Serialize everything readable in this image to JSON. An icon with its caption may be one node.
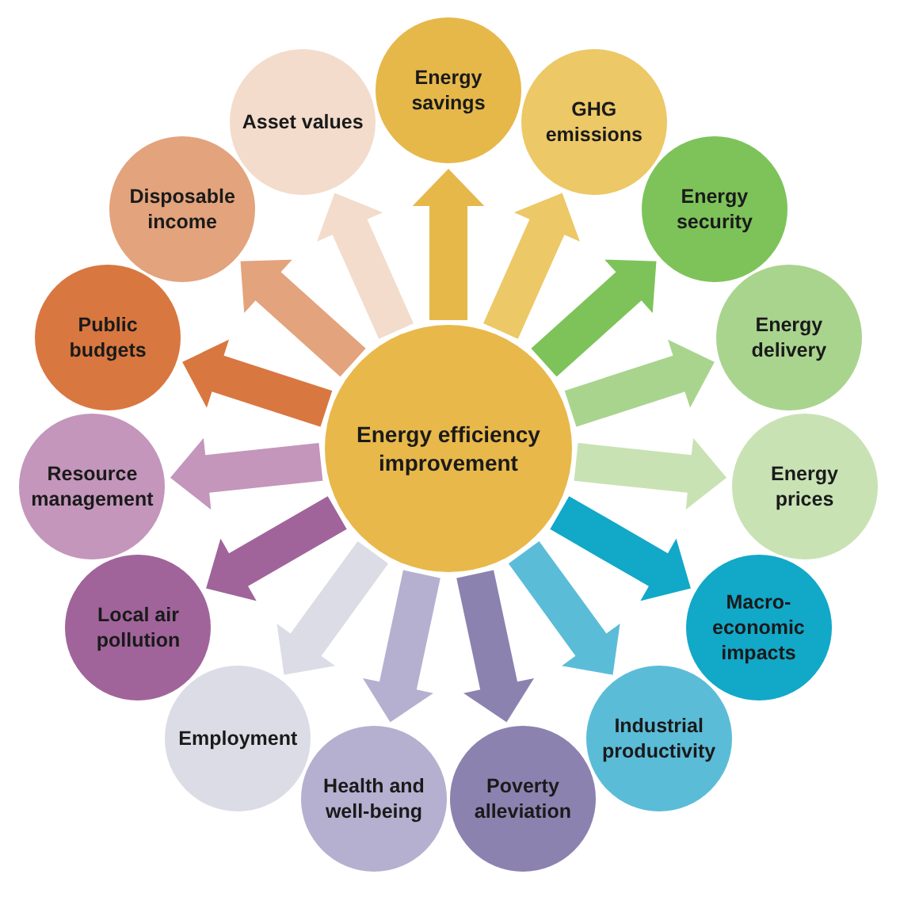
{
  "diagram": {
    "nodes": [
      {
        "text": [
          "Energy efficiency improvement"
        ]
      },
      {
        "text": [
          "Energy savings"
        ]
      },
      {
        "text": [
          "GHG emissions"
        ]
      },
      {
        "text": [
          "Energy security"
        ]
      },
      {
        "text": [
          "Energy delivery"
        ]
      },
      {
        "text": [
          "Energy prices"
        ]
      },
      {
        "text": [
          "Macro-economic impacts"
        ]
      },
      {
        "text": [
          "Industrial productivity"
        ]
      },
      {
        "text": [
          "Poverty alleviation"
        ]
      },
      {
        "text": [
          "Health and well-being"
        ]
      },
      {
        "text": [
          "Employment"
        ]
      },
      {
        "text": [
          "Local air pollution"
        ]
      },
      {
        "text": [
          "Resource management"
        ]
      },
      {
        "text": [
          "Public budgets"
        ]
      },
      {
        "text": [
          "Disposable income"
        ]
      },
      {
        "text": [
          "Asset values"
        ]
      }
    ],
    "edges": [
      {
        "from": 0,
        "to": 1,
        "arrow": "to",
        "color": "#e6b84a"
      },
      {
        "from": 0,
        "to": 2,
        "arrow": "to",
        "color": "#ecc866"
      },
      {
        "from": 0,
        "to": 3,
        "arrow": "to",
        "color": "#7dc35a"
      },
      {
        "from": 0,
        "to": 4,
        "arrow": "to",
        "color": "#a9d48e"
      },
      {
        "from": 0,
        "to": 5,
        "arrow": "to",
        "color": "#c8e2b4"
      },
      {
        "from": 0,
        "to": 6,
        "arrow": "to",
        "color": "#12a8c8"
      },
      {
        "from": 0,
        "to": 7,
        "arrow": "to",
        "color": "#5bbcd8"
      },
      {
        "from": 0,
        "to": 8,
        "arrow": "to",
        "color": "#8c82b0"
      },
      {
        "from": 0,
        "to": 9,
        "arrow": "to",
        "color": "#b5b0d0"
      },
      {
        "from": 0,
        "to": 10,
        "arrow": "to",
        "color": "#dcdce6"
      },
      {
        "from": 0,
        "to": 11,
        "arrow": "to",
        "color": "#a0649a"
      },
      {
        "from": 0,
        "to": 12,
        "arrow": "to",
        "color": "#c496bc"
      },
      {
        "from": 0,
        "to": 13,
        "arrow": "to",
        "color": "#d97740"
      },
      {
        "from": 0,
        "to": 14,
        "arrow": "to",
        "color": "#e3a37c"
      },
      {
        "from": 0,
        "to": 15,
        "arrow": "to",
        "color": "#f3dccb"
      }
    ]
  }
}
